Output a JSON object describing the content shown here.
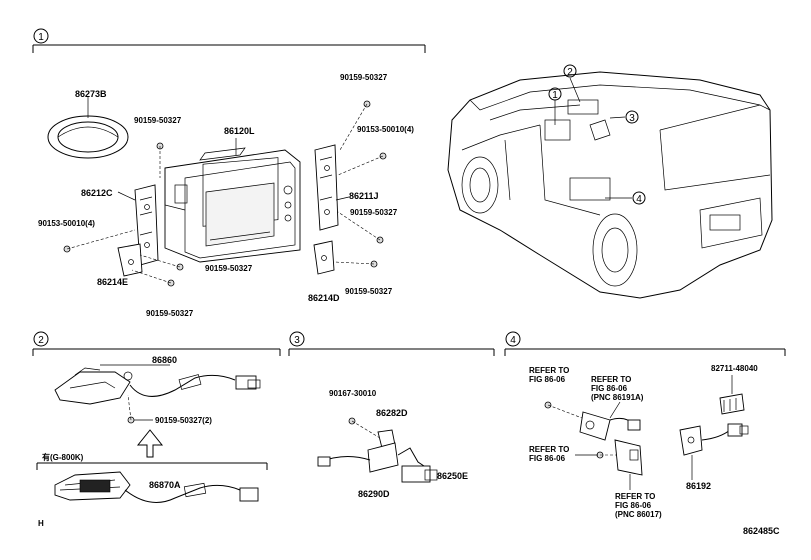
{
  "sections": {
    "s1": {
      "marker": "1"
    },
    "s2": {
      "marker": "2"
    },
    "s3": {
      "marker": "3"
    },
    "s4": {
      "marker": "4"
    }
  },
  "vehicle_callouts": [
    "1",
    "2",
    "3",
    "4"
  ],
  "s1_labels": {
    "p86273b": "86273B",
    "p90159_a": "90159-50327",
    "p86120l": "86120L",
    "p90159_top": "90159-50327",
    "p90153_right": "90153-50010(4)",
    "p86212c": "86212C",
    "p86211j": "86211J",
    "p90153_left": "90153-50010(4)",
    "p90159_r2": "90159-50327",
    "p86214e": "86214E",
    "p90159_mid": "90159-50327",
    "p86214d": "86214D",
    "p90159_r3": "90159-50327",
    "p90159_bottom": "90159-50327"
  },
  "s2_labels": {
    "p86860": "86860",
    "p90159_2": "90159-50327(2)",
    "variant_note": "有(G-800K)",
    "p86870a": "86870A"
  },
  "s3_labels": {
    "p90167": "90167-30010",
    "p86282d": "86282D",
    "p86250e": "86250E",
    "p86290d": "86290D"
  },
  "s4_labels": {
    "ref1_a": "REFER TO",
    "ref1_b": "FIG 86-06",
    "ref2_a": "REFER TO",
    "ref2_b": "FIG 86-06",
    "ref2_c": "(PNC 86191A)",
    "ref3_a": "REFER TO",
    "ref3_b": "FIG 86-06",
    "ref4_a": "REFER TO",
    "ref4_b": "FIG 86-06",
    "ref4_c": "(PNC 86017)",
    "p82711": "82711-48040",
    "p86192": "86192"
  },
  "footer": {
    "left_mark": "H",
    "figure_code": "862485C"
  }
}
